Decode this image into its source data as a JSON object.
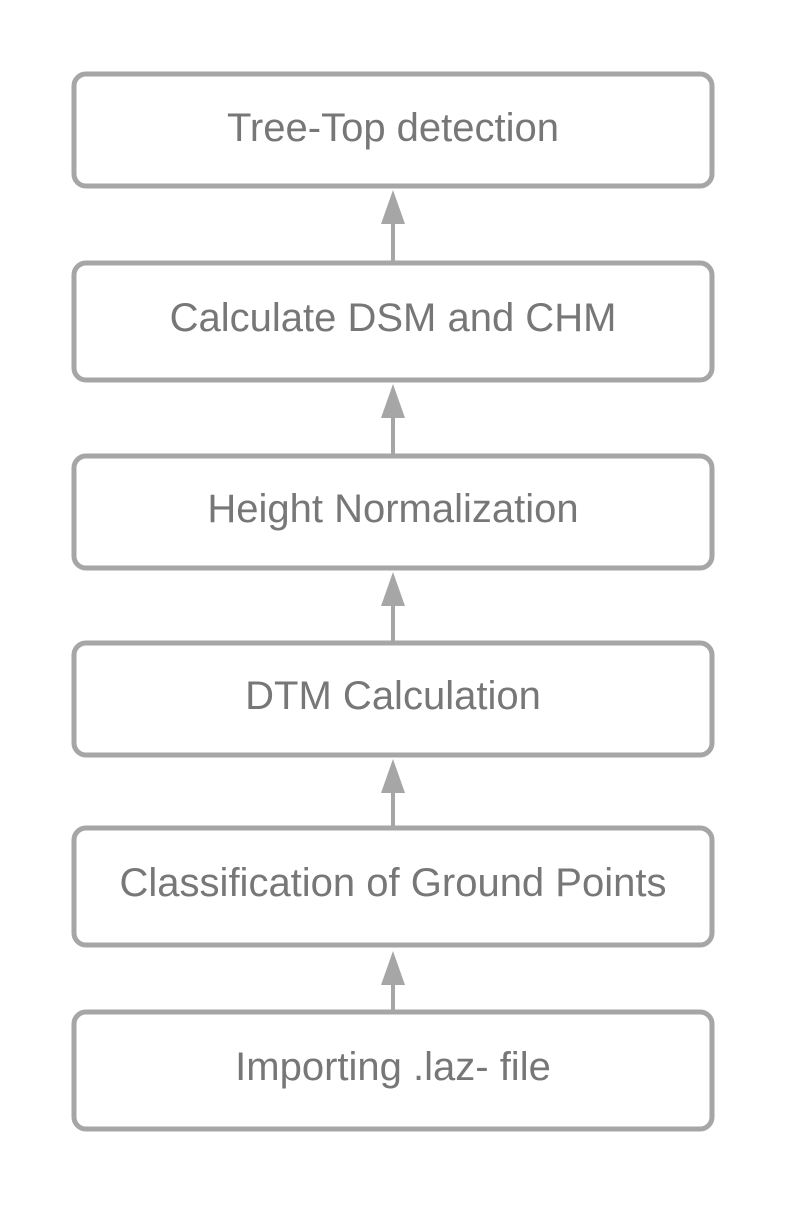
{
  "diagram": {
    "steps": [
      {
        "label": "Tree-Top detection"
      },
      {
        "label": "Calculate DSM and CHM"
      },
      {
        "label": "Height Normalization"
      },
      {
        "label": "DTM Calculation"
      },
      {
        "label": "Classification of Ground Points"
      },
      {
        "label": "Importing .laz- file"
      }
    ],
    "flow_direction": "bottom-to-top",
    "colors": {
      "stroke": "#a6a6a6",
      "text": "#777777",
      "background": "#ffffff"
    }
  }
}
